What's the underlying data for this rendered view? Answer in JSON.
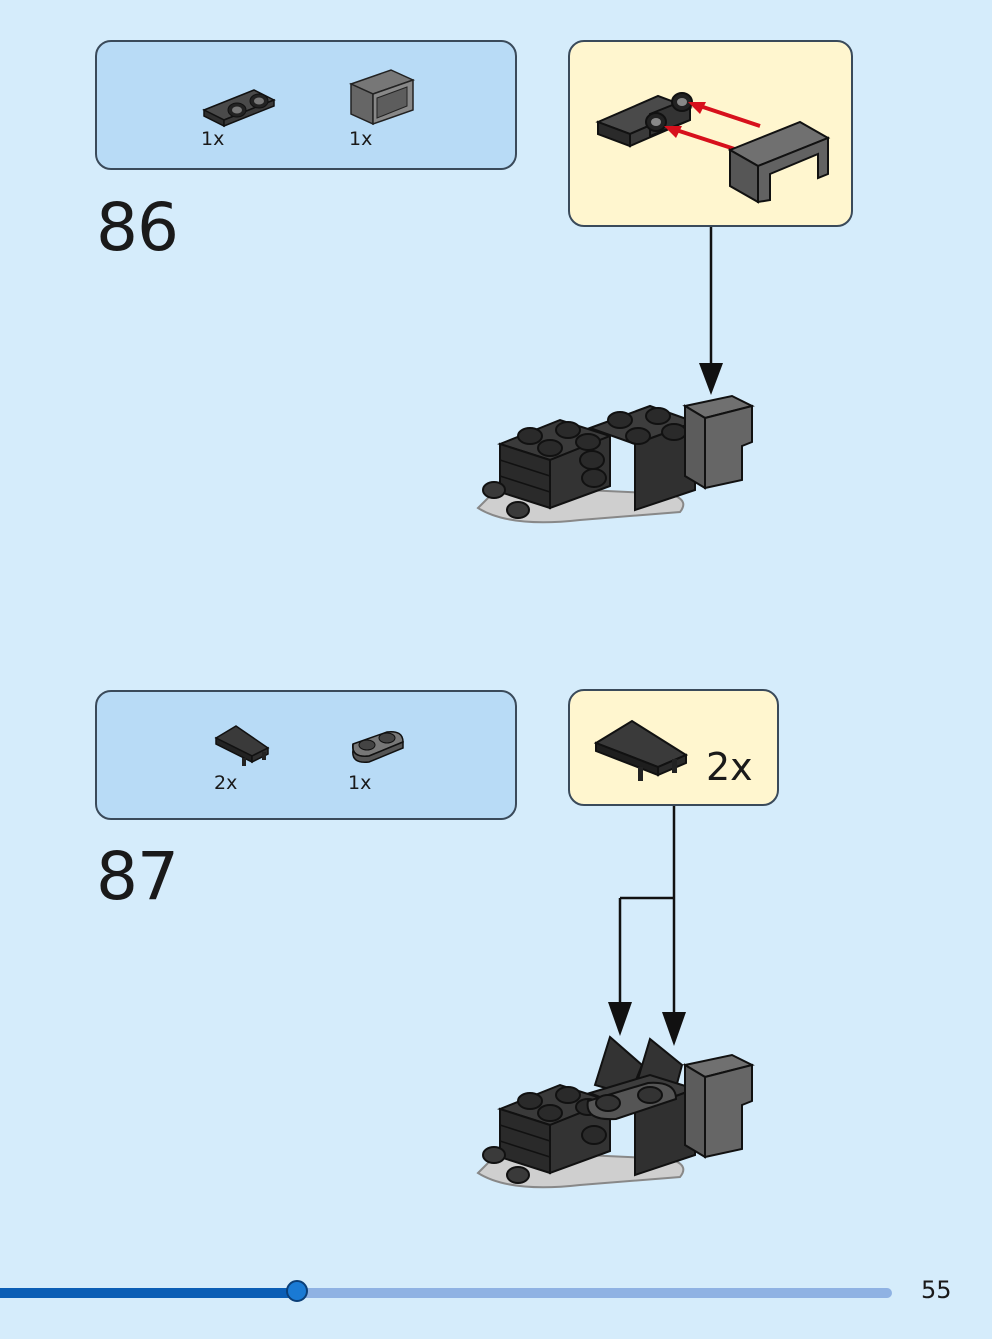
{
  "steps": [
    {
      "number": "86",
      "parts": [
        {
          "qty": "1x",
          "icon": "bracket-plate-1x2-icon"
        },
        {
          "qty": "1x",
          "icon": "panel-corner-icon"
        }
      ],
      "callout": {
        "qty": ""
      }
    },
    {
      "number": "87",
      "parts": [
        {
          "qty": "2x",
          "icon": "wedge-slope-icon"
        },
        {
          "qty": "1x",
          "icon": "plate-1x2-rounded-icon"
        }
      ],
      "callout": {
        "qty": "2x"
      }
    }
  ],
  "footer": {
    "page_number": "55",
    "progress": 0.31
  },
  "colors": {
    "background": "#d5ecfb",
    "parts_box": "#b8dbf6",
    "callout_box": "#fff6cf",
    "progress_fill": "#0b5eb5",
    "progress_track": "#8fb2e3",
    "arrow_red": "#d7101c"
  }
}
